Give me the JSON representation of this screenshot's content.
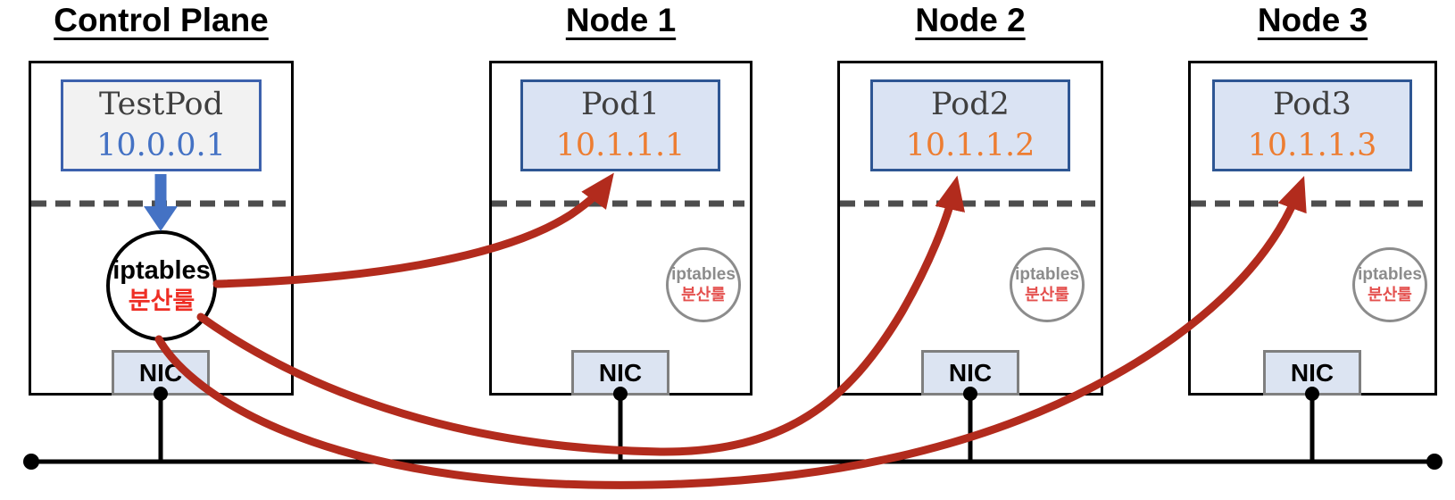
{
  "control_plane": {
    "title": "Control Plane",
    "pod": {
      "name": "TestPod",
      "ip": "10.0.0.1"
    },
    "iptables": {
      "line1": "iptables",
      "line2": "분산룰"
    },
    "nic_label": "NIC"
  },
  "nodes": [
    {
      "title": "Node 1",
      "pod": {
        "name": "Pod1",
        "ip": "10.1.1.1"
      },
      "iptables": {
        "line1": "iptables",
        "line2": "분산룰"
      },
      "nic_label": "NIC"
    },
    {
      "title": "Node 2",
      "pod": {
        "name": "Pod2",
        "ip": "10.1.1.2"
      },
      "iptables": {
        "line1": "iptables",
        "line2": "분산룰"
      },
      "nic_label": "NIC"
    },
    {
      "title": "Node 3",
      "pod": {
        "name": "Pod3",
        "ip": "10.1.1.3"
      },
      "iptables": {
        "line1": "iptables",
        "line2": "분산룰"
      },
      "nic_label": "NIC"
    }
  ],
  "colors": {
    "arrow_red": "#b22b1d",
    "blue_arrow": "#4472c4",
    "testpod_ip_blue": "#4472c4",
    "pod_ip_orange": "#ed7d31",
    "rule_text_red": "#ee2e24",
    "node_circle_gray": "#8c8c8c",
    "pod_fill": "#dae3f3",
    "testpod_fill": "#f2f2f2",
    "nic_fill": "#dce4f2",
    "dashed_line": "#4d4d4d",
    "bus_line": "#000000"
  }
}
